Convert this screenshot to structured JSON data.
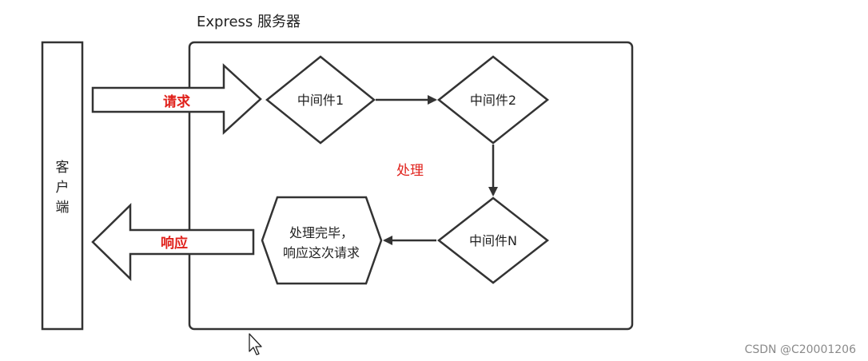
{
  "server": {
    "title": "Express 服务器"
  },
  "client": {
    "label_lines": [
      "客",
      "户",
      "端"
    ]
  },
  "arrows": {
    "request": "请求",
    "response": "响应"
  },
  "nodes": {
    "middleware1": "中间件1",
    "middleware2": "中间件2",
    "middlewareN": "中间件N",
    "done_lines": [
      "处理完毕，",
      "响应这次请求"
    ]
  },
  "processing_label": "处理",
  "watermark": "CSDN @C20001206",
  "colors": {
    "accent_red": "#e0211b",
    "stroke": "#333333"
  }
}
